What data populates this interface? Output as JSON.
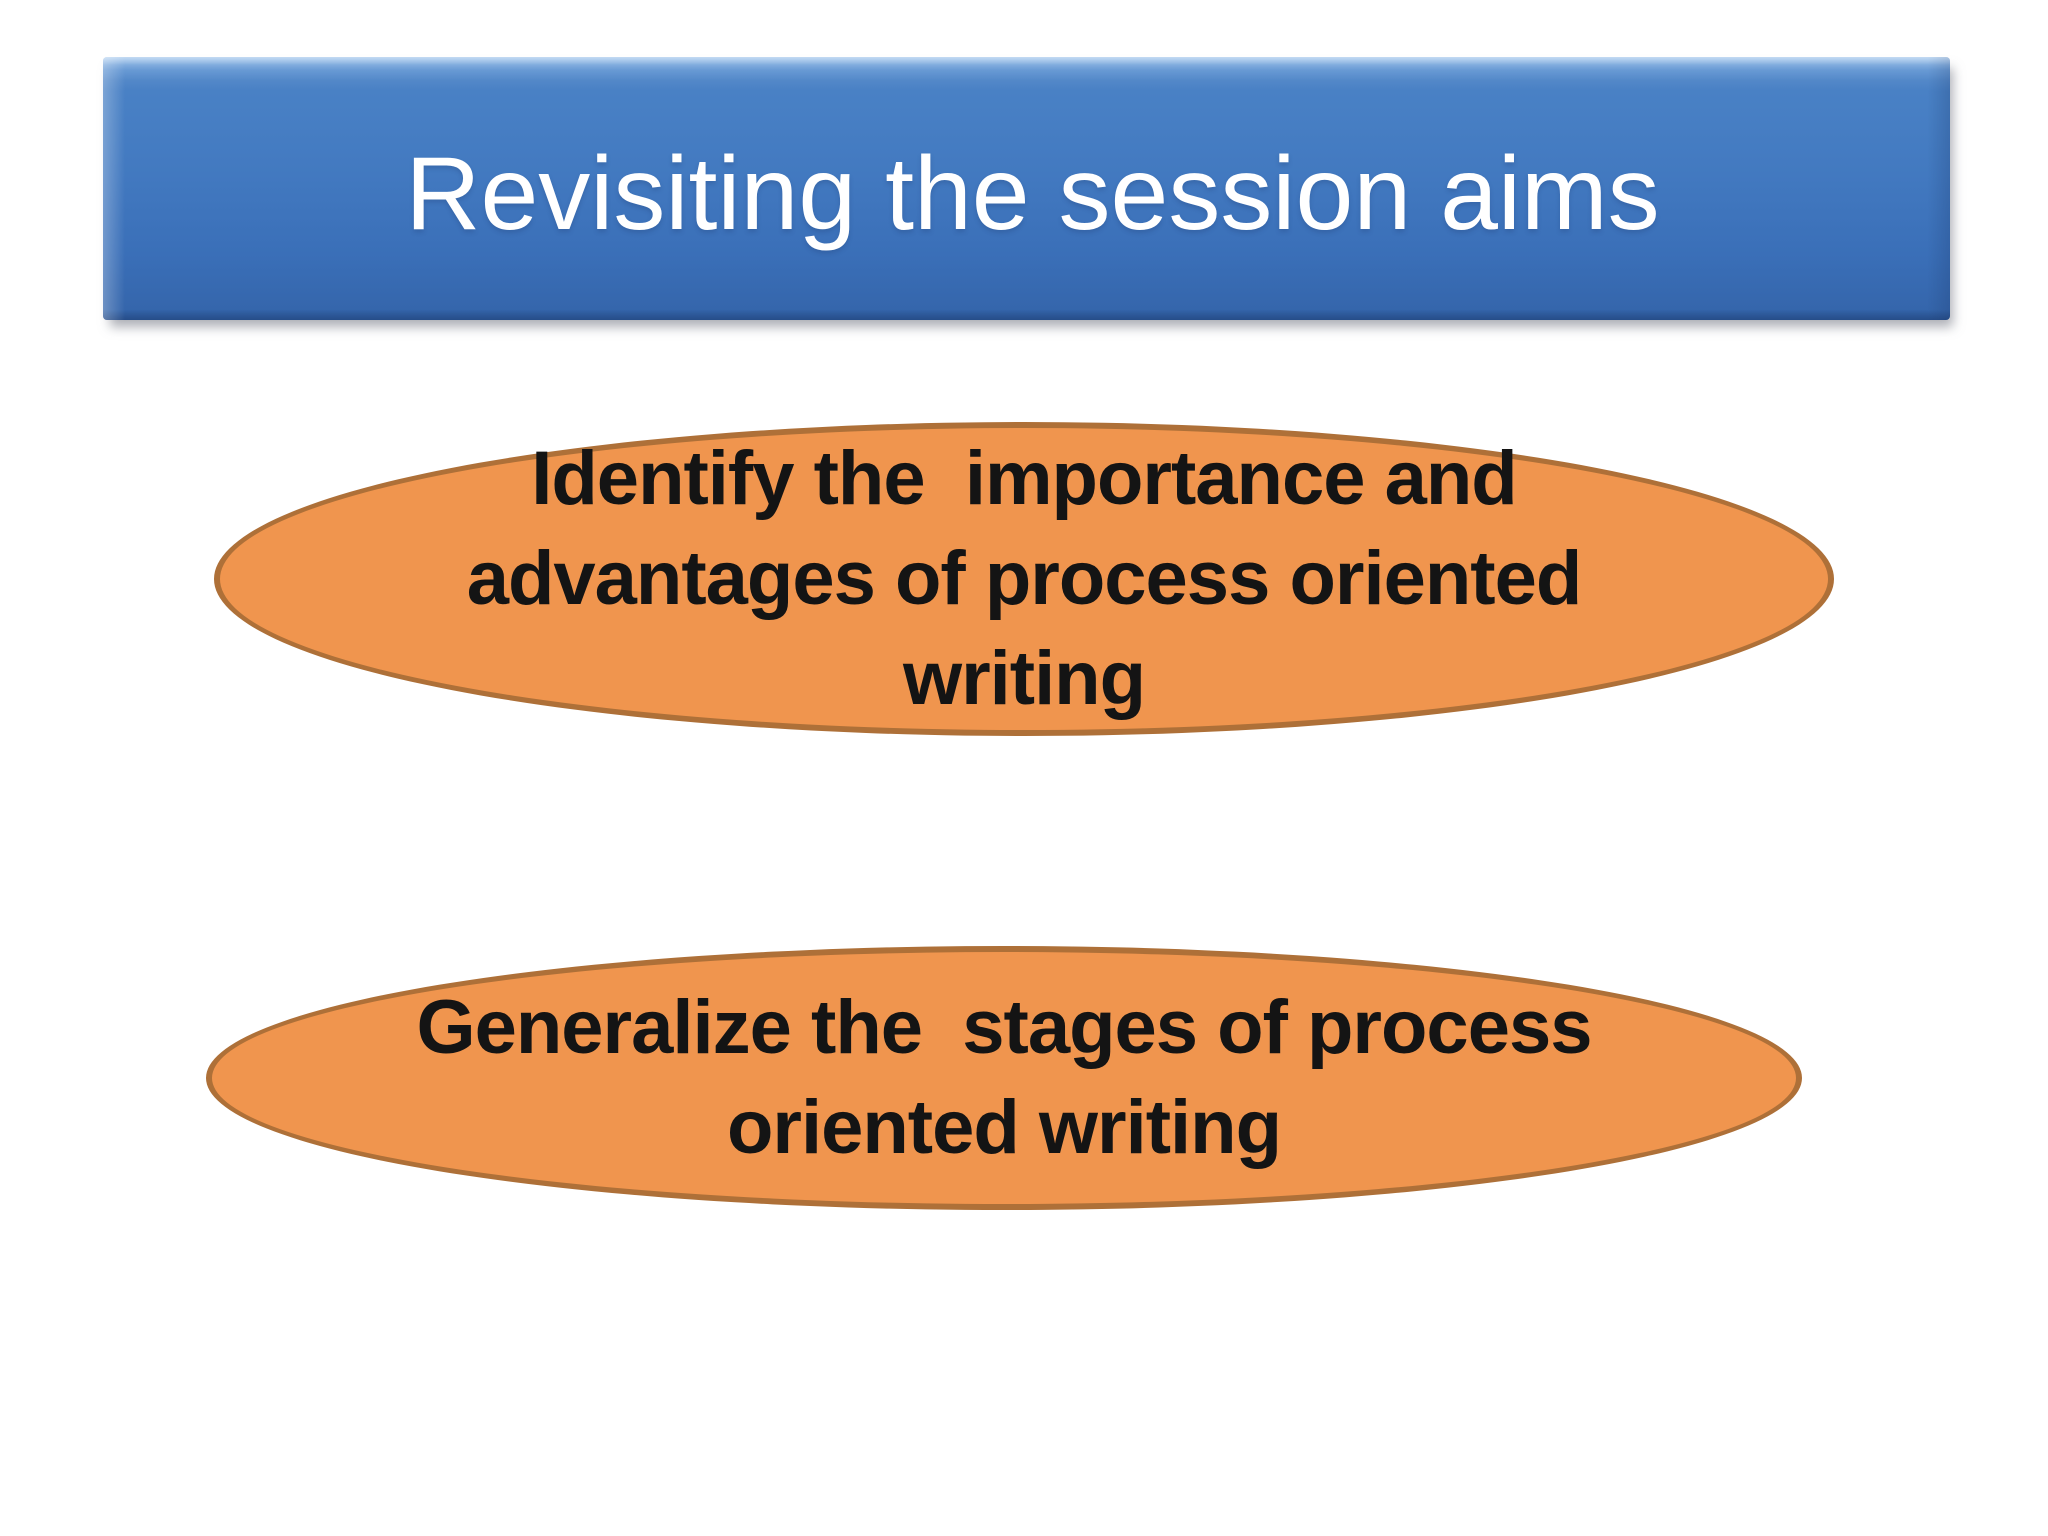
{
  "slide": {
    "title": "Revisiting the session aims",
    "aims": [
      {
        "name": "identify-importance-advantages",
        "lines": [
          "Identify the  importance and",
          "advantages of process oriented",
          "writing"
        ]
      },
      {
        "name": "generalize-stages",
        "lines": [
          "Generalize the  stages of process",
          "oriented writing"
        ]
      }
    ],
    "colors": {
      "banner_blue": "#4279c0",
      "banner_edge_dark": "#2e5b9d",
      "ellipse_fill": "#f0954e",
      "ellipse_border": "#ae7038",
      "title_text": "#ffffff",
      "aim_text": "#141414",
      "background": "#ffffff"
    }
  }
}
